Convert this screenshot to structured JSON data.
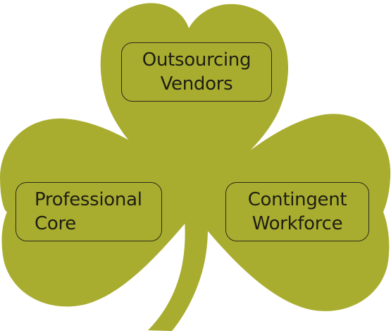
{
  "colors": {
    "leaf_fill": "#a9ad2f",
    "label_border": "#2a2a1a",
    "label_text": "#1e1e14"
  },
  "leaves": {
    "top": {
      "line1": "Outsourcing",
      "line2": "Vendors"
    },
    "left": {
      "line1": "Professional",
      "line2": "Core"
    },
    "right": {
      "line1": "Contingent",
      "line2": "Workforce"
    }
  }
}
